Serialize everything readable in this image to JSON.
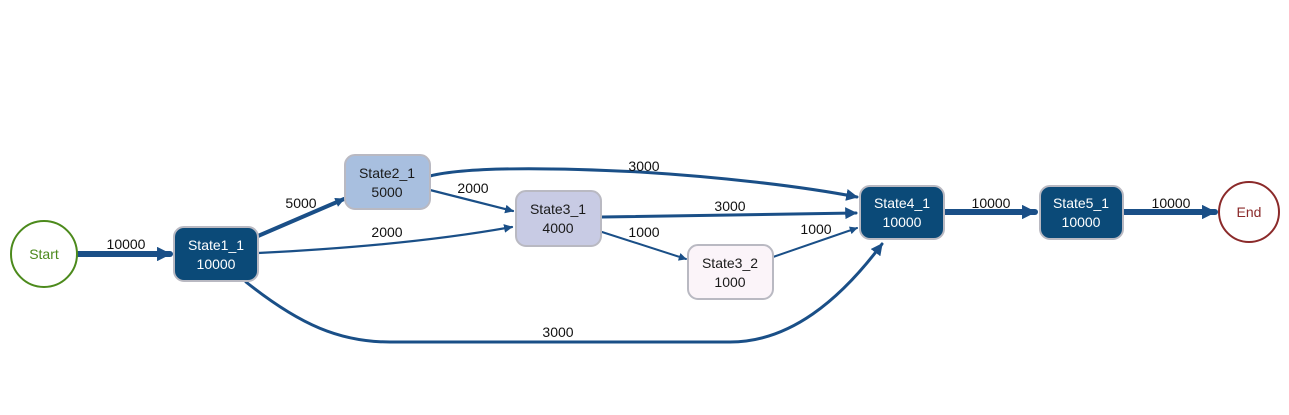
{
  "colors": {
    "edge": "#1a4f87",
    "start_stroke": "#4c8a1c",
    "end_stroke": "#8b2a2a",
    "dark_node": "#0b4a78",
    "state2_fill": "#a8bfdf",
    "state3_1_fill": "#c8cbe4",
    "state3_2_fill": "#fbf4f9",
    "node_border": "#b9b9c2"
  },
  "nodes": {
    "start": {
      "label": "Start"
    },
    "state1_1": {
      "name": "State1_1",
      "count": "10000"
    },
    "state2_1": {
      "name": "State2_1",
      "count": "5000"
    },
    "state3_1": {
      "name": "State3_1",
      "count": "4000"
    },
    "state3_2": {
      "name": "State3_2",
      "count": "1000"
    },
    "state4_1": {
      "name": "State4_1",
      "count": "10000"
    },
    "state5_1": {
      "name": "State5_1",
      "count": "10000"
    },
    "end": {
      "label": "End"
    }
  },
  "edges": {
    "start_state1_1": "10000",
    "state1_1_state2_1": "5000",
    "state1_1_state3_1": "2000",
    "state1_1_state4_1": "3000",
    "state2_1_state3_1": "2000",
    "state2_1_state4_1": "3000",
    "state3_1_state4_1": "3000",
    "state3_1_state3_2": "1000",
    "state3_2_state4_1": "1000",
    "state4_1_state5_1": "10000",
    "state5_1_end": "10000"
  }
}
